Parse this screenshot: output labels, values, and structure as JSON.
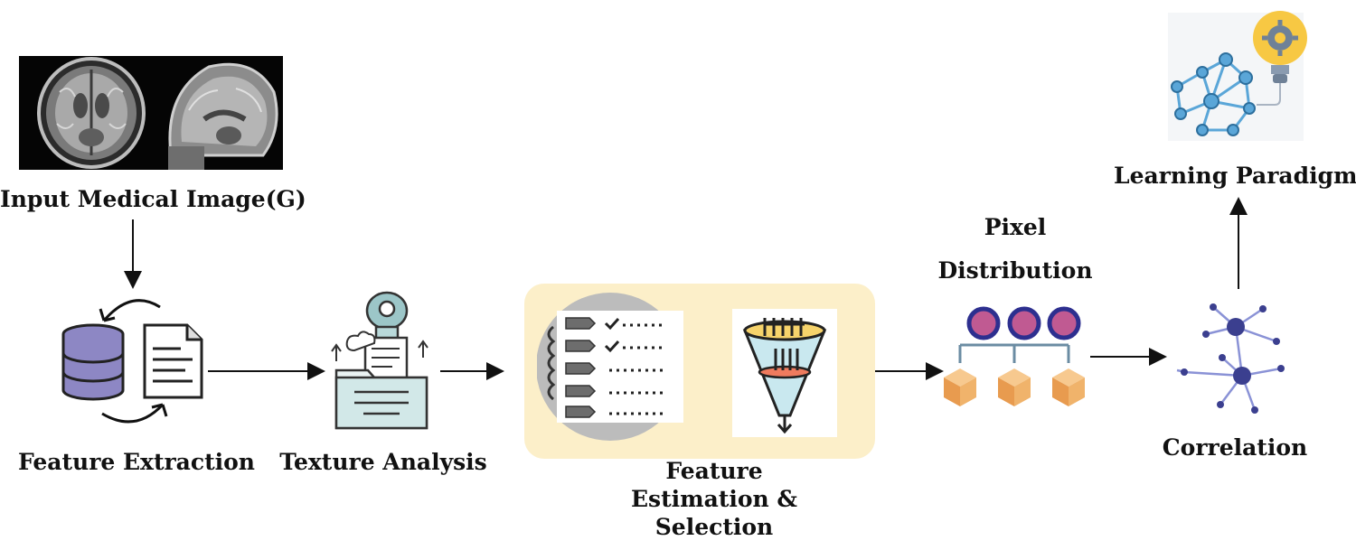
{
  "diagram": {
    "nodes": {
      "input": {
        "label": "Input Medical Image(G)"
      },
      "extraction": {
        "label": "Feature Extraction"
      },
      "texture": {
        "label": "Texture Analysis"
      },
      "estimation": {
        "label_lines": [
          "Feature",
          "Estimation &",
          "Selection"
        ]
      },
      "pixel": {
        "label_lines": [
          "Pixel",
          "Distribution"
        ]
      },
      "correlation": {
        "label": "Correlation"
      },
      "learning": {
        "label": "Learning Paradigm"
      }
    },
    "edges": [
      {
        "from": "input",
        "to": "extraction"
      },
      {
        "from": "extraction",
        "to": "texture"
      },
      {
        "from": "texture",
        "to": "estimation"
      },
      {
        "from": "estimation",
        "to": "pixel"
      },
      {
        "from": "pixel",
        "to": "correlation"
      },
      {
        "from": "correlation",
        "to": "learning"
      }
    ],
    "colors": {
      "db_purple": "#8d87c4",
      "highlight_bg": "#fcefc9",
      "node_blue": "#3b3f8f",
      "cube_orange": "#f0b36b",
      "bulb_yellow": "#f7c843",
      "network_blue": "#5aa6d8"
    }
  }
}
